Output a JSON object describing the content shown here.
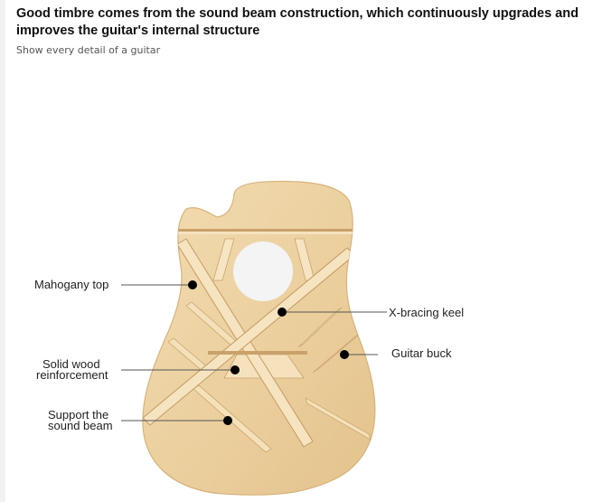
{
  "header": {
    "title": "Good timbre comes from the sound beam construction, which continuously upgrades and improves the guitar's internal structure",
    "subtitle": "Show every detail of a guitar"
  },
  "callouts": {
    "mahogany_top": "Mahogany top",
    "x_bracing_keel": "X-bracing keel",
    "guitar_buck": "Guitar buck",
    "solid_wood_line1": "Solid wood",
    "solid_wood_line2": "reinforcement",
    "support_line1": "Support the",
    "support_line2": "sound beam"
  },
  "colors": {
    "wood": "#ecd2a4",
    "wood_edge": "#d9b883",
    "brace": "#f3dfb8",
    "brace_shadow": "#c9a16a",
    "soundhole": "#f4f4f4",
    "marker": "#000000"
  }
}
